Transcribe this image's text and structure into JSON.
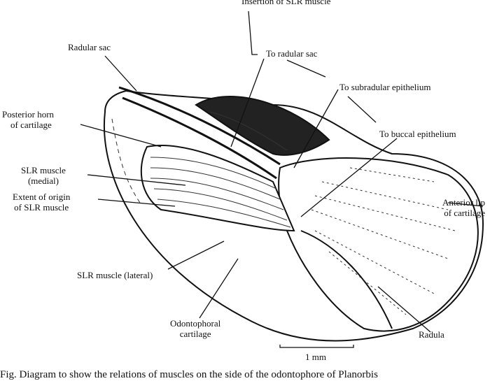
{
  "labels": {
    "insertion": "Insertion of SLR muscle",
    "to_radular_sac": "To radular sac",
    "to_subradular": "To subradular epithelium",
    "to_buccal": "To buccal epithelium",
    "radular_sac": "Radular sac",
    "posterior_horn_1": "Posterior horn",
    "posterior_horn_2": "of cartilage",
    "slr_medial_1": "SLR muscle",
    "slr_medial_2": "(medial)",
    "extent_1": "Extent of origin",
    "extent_2": "of SLR muscle",
    "anterior_lip_1": "Anterior lip",
    "anterior_lip_2": "of cartilage",
    "slr_lateral": "SLR muscle (lateral)",
    "odonto_1": "Odontophoral",
    "odonto_2": "cartilage",
    "radula": "Radula"
  },
  "scale_bar": "1 mm",
  "caption": "Fig.  Diagram  to  show  the  relations  of  muscles  on  the  side  of  the  odontophore  of  Planorbis"
}
